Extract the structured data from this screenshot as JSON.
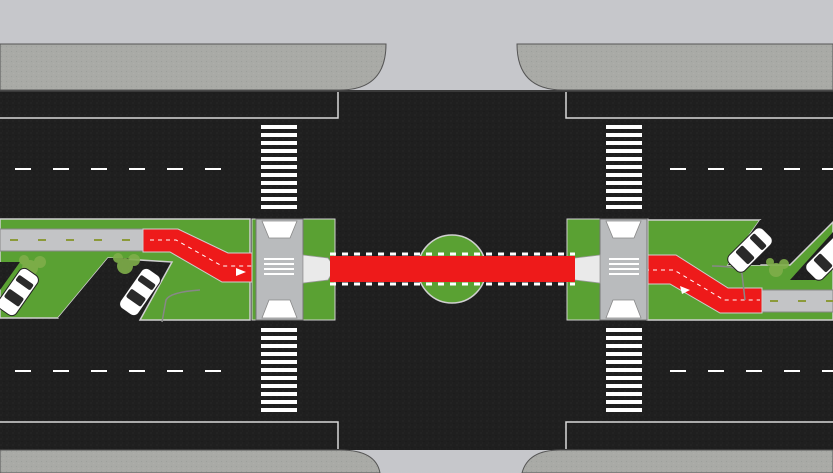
{
  "diagram": {
    "kind": "street-plan",
    "colors": {
      "background": "#c6c7cb",
      "asphalt": "#1f1f1f",
      "sidewalk": "#a9aaa6",
      "median_green": "#5aa133",
      "bike_lane_red": "#ee1a1a",
      "lane_marking": "#ffffff",
      "crossing_pad": "#b9bbbd",
      "car_body": "#ffffff",
      "car_glass": "#2a2a2a"
    },
    "elements": {
      "crosswalks": 4,
      "parked_cars": 4,
      "roundabout": 1,
      "bike_path": 1
    }
  }
}
